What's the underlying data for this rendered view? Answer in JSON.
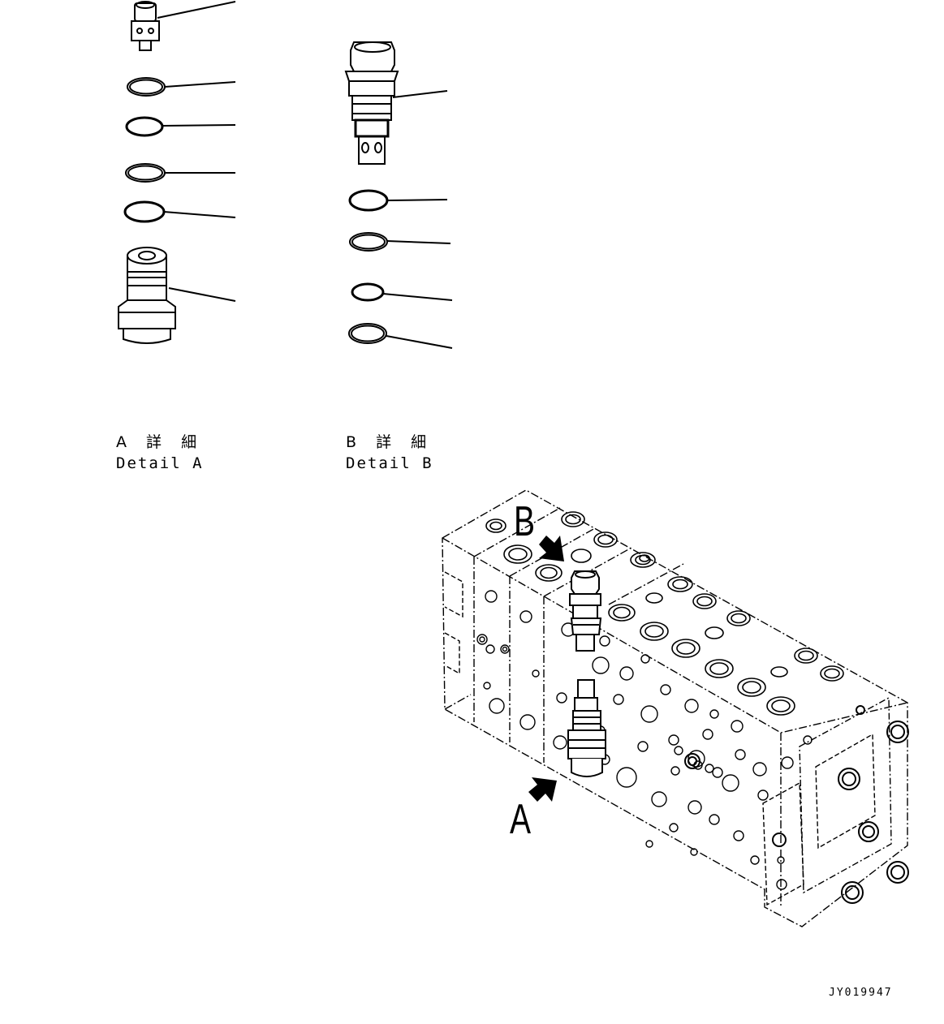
{
  "detail_a": {
    "jp": "A 詳 細",
    "en": "Detail A"
  },
  "detail_b": {
    "jp": "B 詳 細",
    "en": "Detail B"
  },
  "callouts": {
    "a": "A",
    "b": "B"
  },
  "drawing_code": "JY019947",
  "colors": {
    "line": "#000000",
    "background": "#ffffff",
    "shade": "#000000"
  }
}
